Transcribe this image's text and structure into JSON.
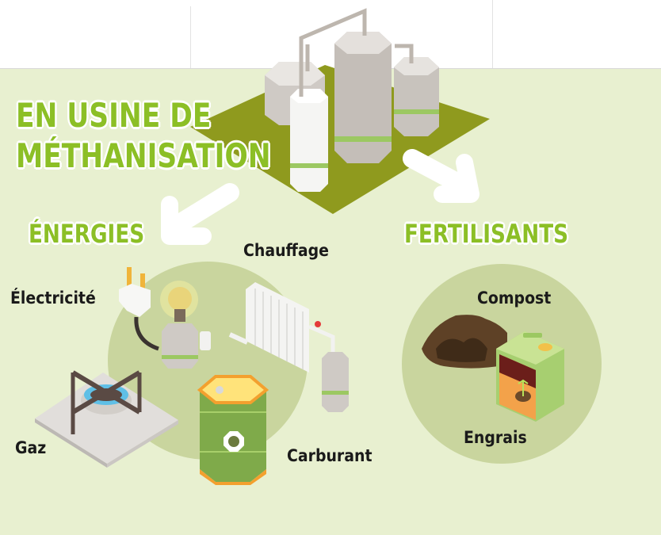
{
  "title": {
    "line1": "EN USINE DE",
    "line2": "MÉTHANISATION"
  },
  "sections": {
    "energies": {
      "heading": "ÉNERGIES",
      "items": [
        {
          "label": "Chauffage",
          "icon": "radiator-icon"
        },
        {
          "label": "Électricité",
          "icon": "plug-bulb-icon"
        },
        {
          "label": "Gaz",
          "icon": "gas-burner-icon"
        },
        {
          "label": "Carburant",
          "icon": "fuel-barrel-icon"
        }
      ]
    },
    "fertilisants": {
      "heading": "FERTILISANTS",
      "items": [
        {
          "label": "Compost",
          "icon": "compost-pile-icon"
        },
        {
          "label": "Engrais",
          "icon": "fertilizer-canister-icon"
        }
      ]
    }
  },
  "colors": {
    "title_green": "#8cbf26",
    "background": "#e8f0d0",
    "circle": "#c9d59e",
    "platform": "#8f9a1e",
    "text": "#1a1a1a"
  }
}
